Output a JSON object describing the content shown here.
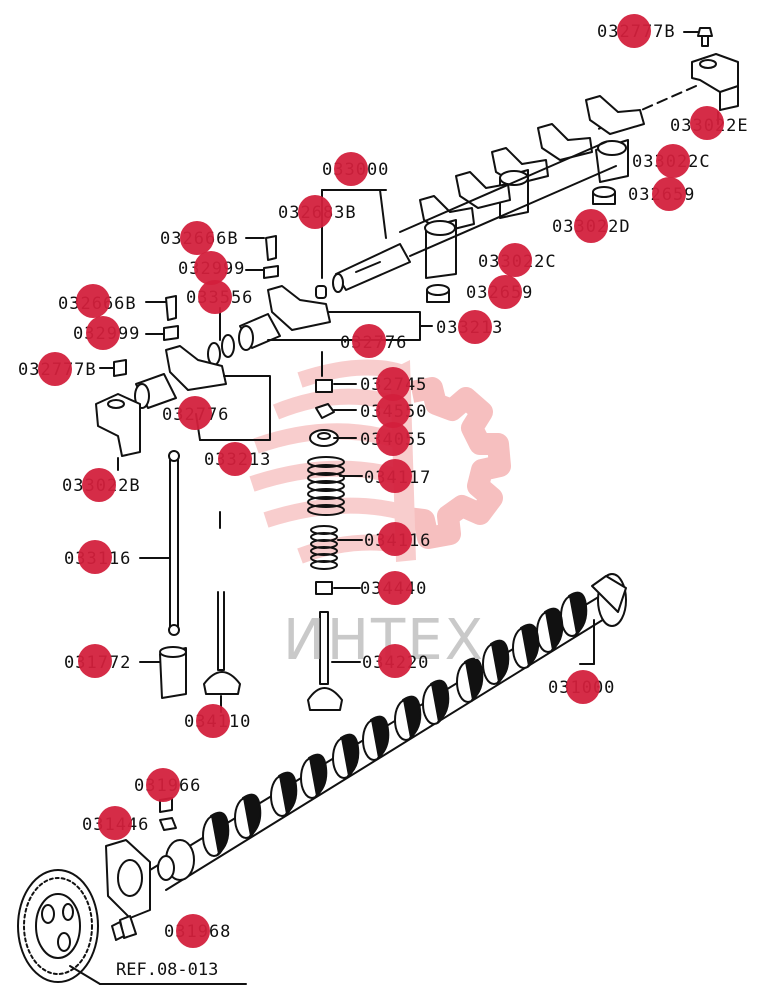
{
  "watermark": {
    "text": "ИНТЕХ",
    "color": "#f4a6a6"
  },
  "marker_color": "#d21f3c",
  "reference": "REF.08-013",
  "parts": [
    {
      "id": "p1",
      "label": "032777B",
      "marker": ""
    },
    {
      "id": "p2",
      "label": "033022E",
      "marker": ""
    },
    {
      "id": "p3",
      "label": "033022C",
      "marker": ""
    },
    {
      "id": "p4",
      "label": "032659",
      "marker": ""
    },
    {
      "id": "p5",
      "label": "033022D",
      "marker": ""
    },
    {
      "id": "p6",
      "label": "033022C",
      "marker": ""
    },
    {
      "id": "p7",
      "label": "032659",
      "marker": ""
    },
    {
      "id": "p8",
      "label": "033000",
      "marker": ""
    },
    {
      "id": "p9",
      "label": "032683B",
      "marker": ""
    },
    {
      "id": "p10",
      "label": "032666B",
      "marker": ""
    },
    {
      "id": "p11",
      "label": "032999",
      "marker": ""
    },
    {
      "id": "p12",
      "label": "032666B",
      "marker": ""
    },
    {
      "id": "p13",
      "label": "033556",
      "marker": ""
    },
    {
      "id": "p14",
      "label": "032999",
      "marker": ""
    },
    {
      "id": "p15",
      "label": "033213",
      "marker": ""
    },
    {
      "id": "p16",
      "label": "032776",
      "marker": ""
    },
    {
      "id": "p17",
      "label": "032777B",
      "marker": ""
    },
    {
      "id": "p18",
      "label": "032745",
      "marker": ""
    },
    {
      "id": "p19",
      "label": "032776",
      "marker": ""
    },
    {
      "id": "p20",
      "label": "034550",
      "marker": ""
    },
    {
      "id": "p21",
      "label": "034055",
      "marker": ""
    },
    {
      "id": "p22",
      "label": "033213",
      "marker": ""
    },
    {
      "id": "p23",
      "label": "033022B",
      "marker": ""
    },
    {
      "id": "p24",
      "label": "034117",
      "marker": ""
    },
    {
      "id": "p25",
      "label": "033116",
      "marker": ""
    },
    {
      "id": "p26",
      "label": "034116",
      "marker": ""
    },
    {
      "id": "p27",
      "label": "034440",
      "marker": ""
    },
    {
      "id": "p28",
      "label": "031772",
      "marker": ""
    },
    {
      "id": "p29",
      "label": "034220",
      "marker": ""
    },
    {
      "id": "p30",
      "label": "031000",
      "marker": ""
    },
    {
      "id": "p31",
      "label": "034110",
      "marker": ""
    },
    {
      "id": "p32",
      "label": "031966",
      "marker": ""
    },
    {
      "id": "p33",
      "label": "031446",
      "marker": ""
    },
    {
      "id": "p34",
      "label": "031968",
      "marker": ""
    }
  ]
}
